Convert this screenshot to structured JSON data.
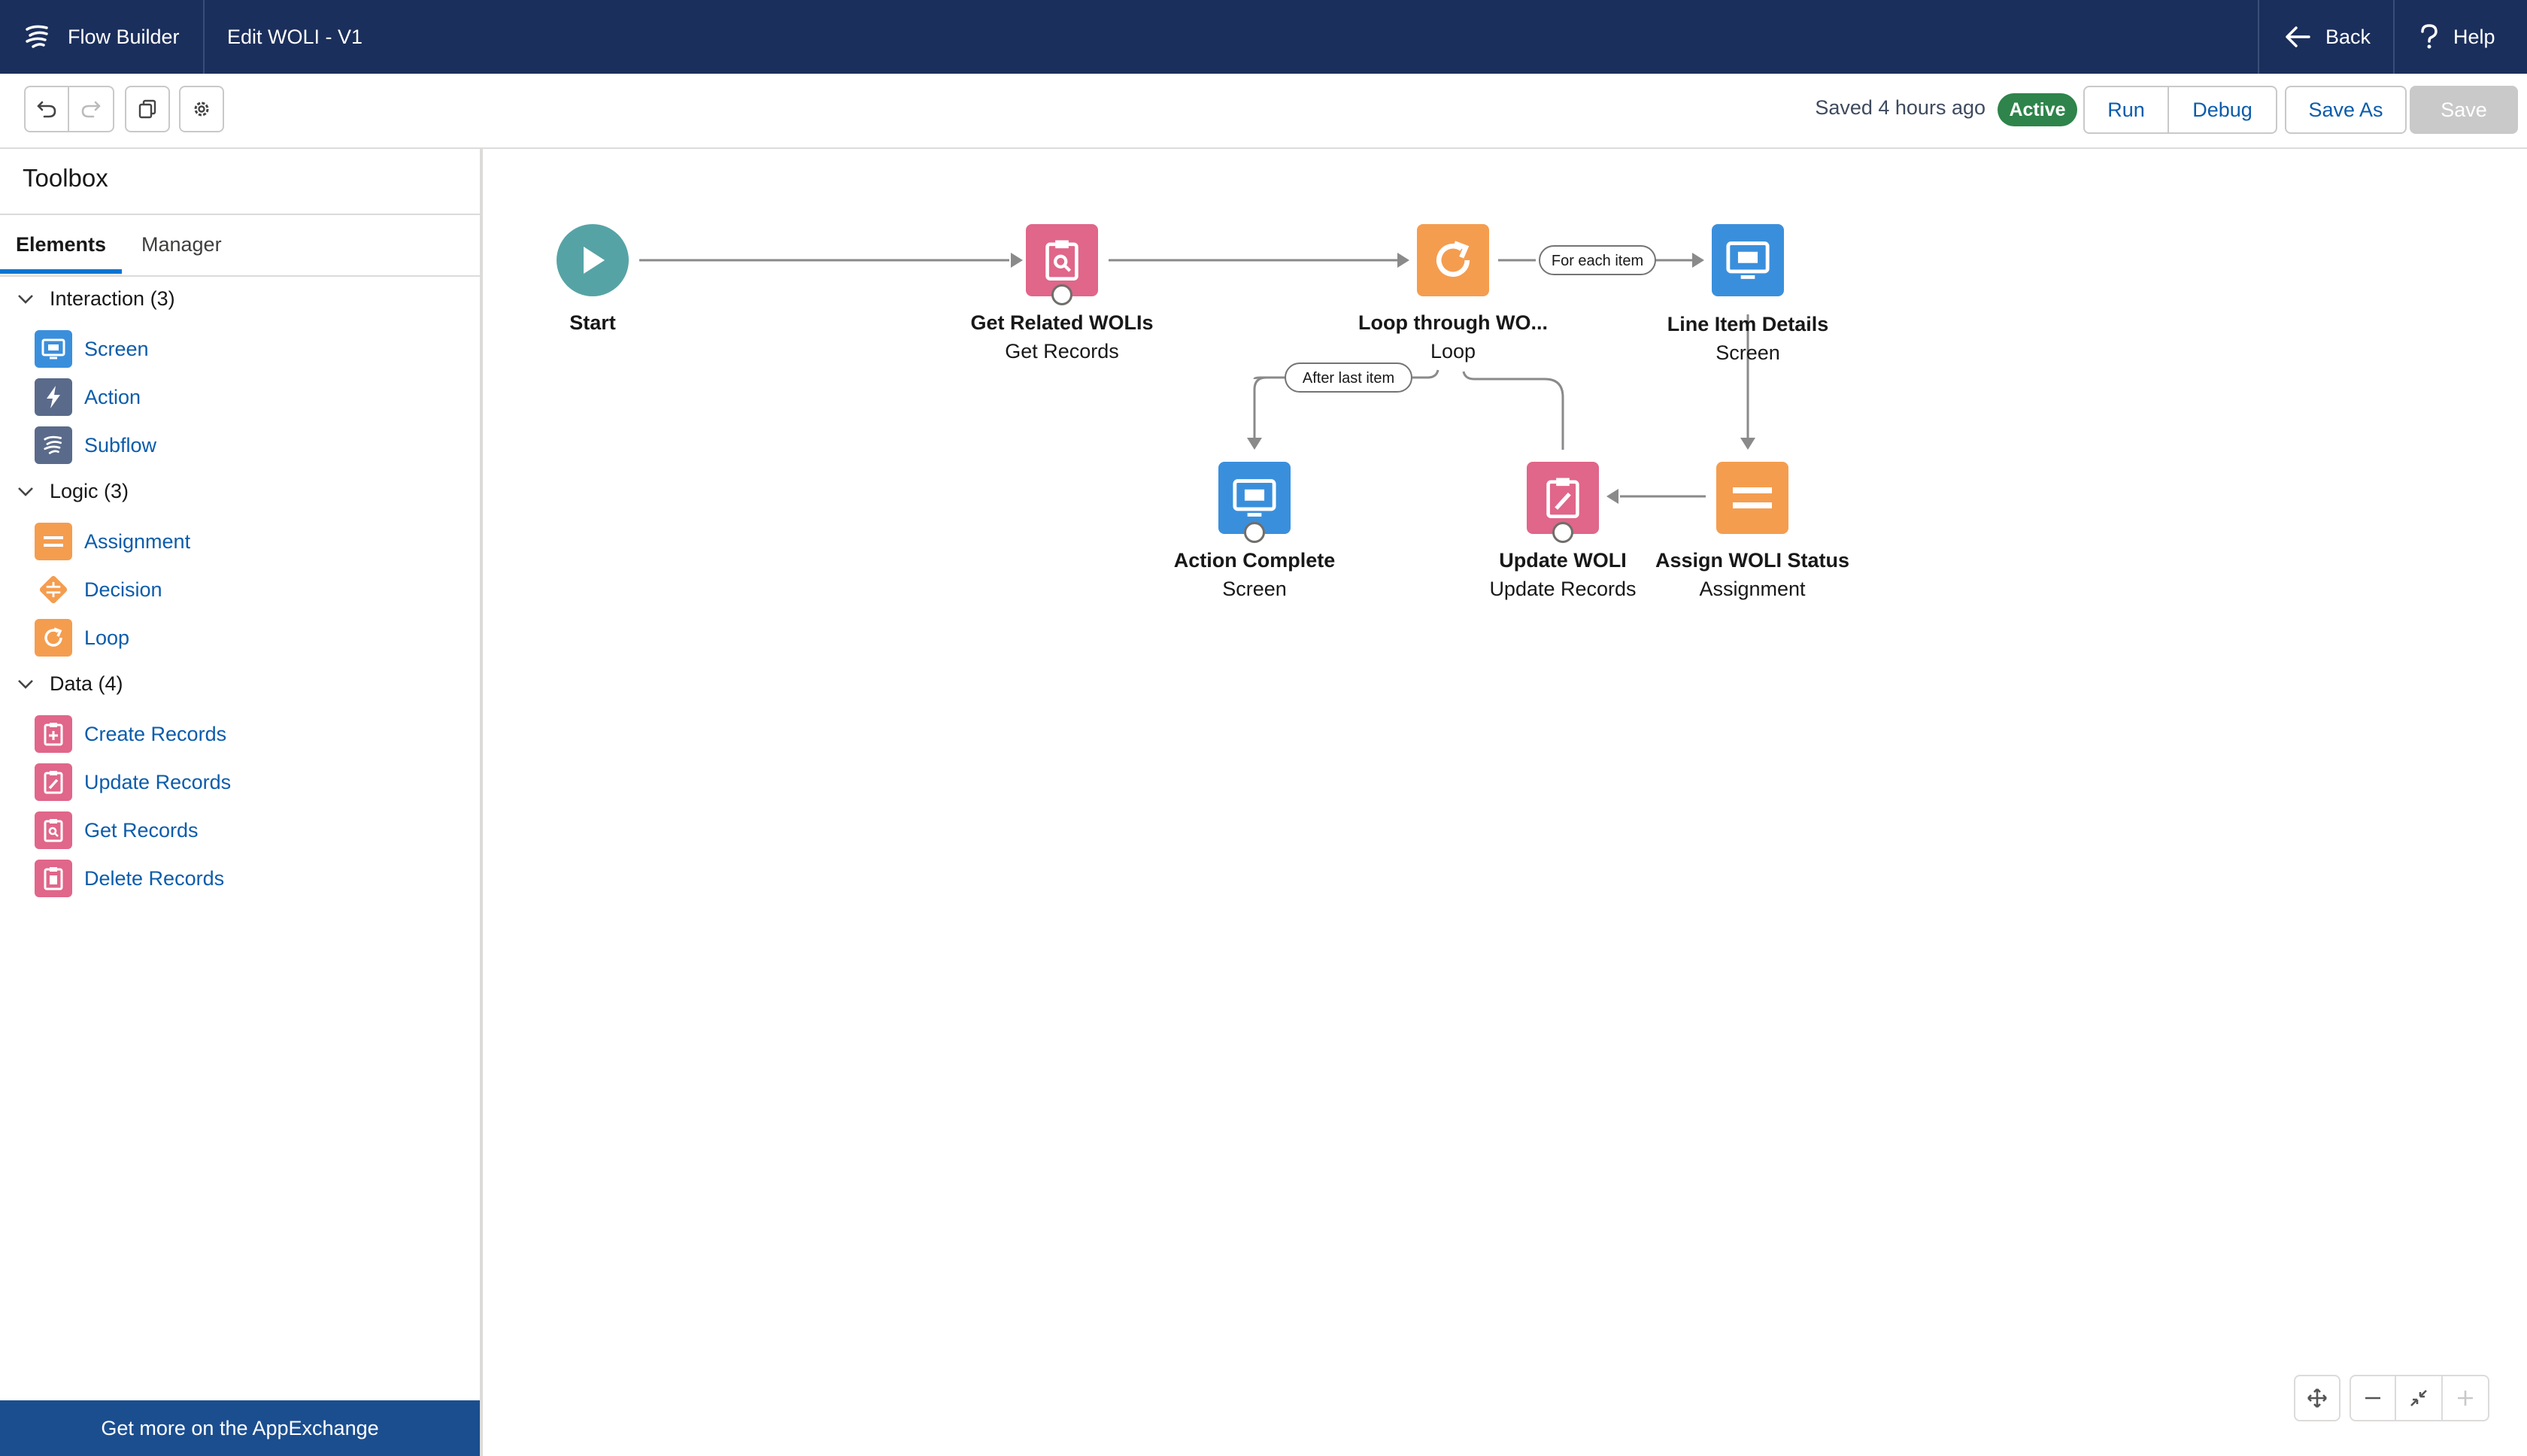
{
  "header": {
    "app_name": "Flow Builder",
    "title": "Edit WOLI - V1",
    "back_label": "Back",
    "help_label": "Help"
  },
  "toolbar": {
    "saved_text": "Saved 4 hours ago",
    "status_badge": "Active",
    "run_label": "Run",
    "debug_label": "Debug",
    "save_as_label": "Save As",
    "save_label": "Save"
  },
  "toolbox": {
    "title": "Toolbox",
    "tabs": [
      "Elements",
      "Manager"
    ],
    "groups": [
      {
        "label": "Interaction (3)",
        "items": [
          "Screen",
          "Action",
          "Subflow"
        ]
      },
      {
        "label": "Logic (3)",
        "items": [
          "Assignment",
          "Decision",
          "Loop"
        ]
      },
      {
        "label": "Data (4)",
        "items": [
          "Create Records",
          "Update Records",
          "Get Records",
          "Delete Records"
        ]
      }
    ],
    "appexchange_label": "Get more on the AppExchange"
  },
  "canvas": {
    "nodes": [
      {
        "name": "Start",
        "type": ""
      },
      {
        "name": "Get Related WOLIs",
        "type": "Get Records"
      },
      {
        "name": "Loop through WO...",
        "type": "Loop"
      },
      {
        "name": "Line Item Details",
        "type": "Screen"
      },
      {
        "name": "Action Complete",
        "type": "Screen"
      },
      {
        "name": "Update WOLI",
        "type": "Update Records"
      },
      {
        "name": "Assign WOLI Status",
        "type": "Assignment"
      }
    ],
    "edge_labels": {
      "for_each": "For each item",
      "after_last": "After last item"
    }
  },
  "colors": {
    "header_bg": "#1b2f5c",
    "screen": "#3a8fdc",
    "action": "#5a6a8a",
    "assignment": "#f49d4f",
    "records": "#e0668a",
    "start": "#56a3a6",
    "active": "#2e844a",
    "link": "#0b5cab"
  }
}
